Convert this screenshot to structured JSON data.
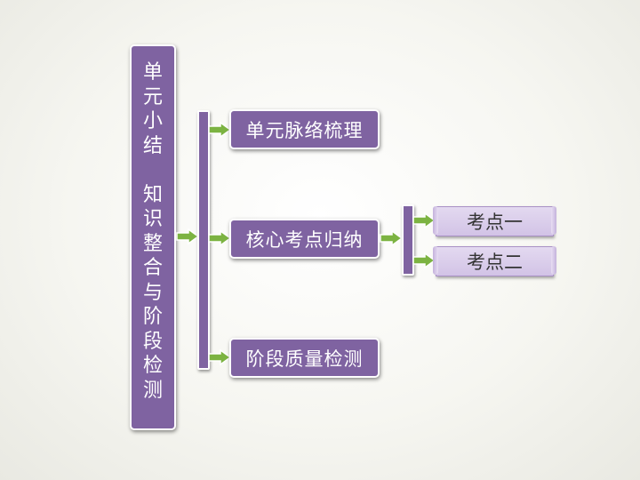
{
  "title_chars": [
    "单",
    "元",
    "小",
    "结",
    "",
    "知",
    "识",
    "整",
    "合",
    "与",
    "阶",
    "段",
    "检",
    "测"
  ],
  "level1": [
    "单元脉络梳理",
    "核心考点归纳",
    "阶段质量检测"
  ],
  "level2": [
    "考点一",
    "考点二"
  ],
  "colors": {
    "node_fill": "#7f63a1",
    "arrow": "#7cb342",
    "scroll_fill": "#ddd0ec"
  },
  "icons": {
    "connector": "right-arrow-icon"
  }
}
